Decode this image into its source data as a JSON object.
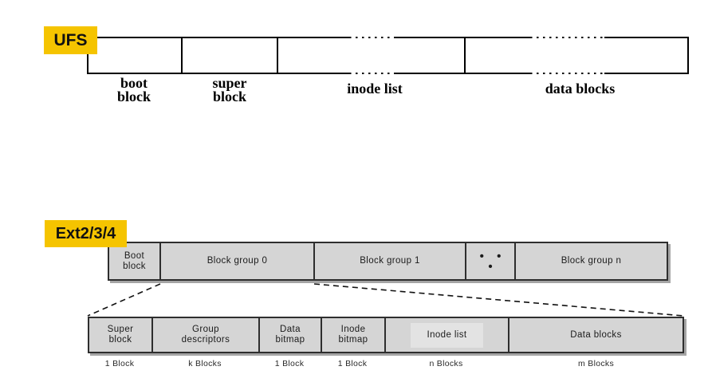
{
  "colors": {
    "accent_yellow": "#F5C400",
    "bar_fill": "#D5D5D5",
    "highlight_fill": "#E3E3E3",
    "shadow_gray": "#A5A5A5",
    "line_black": "#000000"
  },
  "ufs": {
    "tag": "UFS",
    "sections": [
      {
        "label": "boot\nblock"
      },
      {
        "label": "super\nblock"
      },
      {
        "label": "inode list"
      },
      {
        "label": "data blocks"
      }
    ]
  },
  "ext": {
    "tag": "Ext2/3/4",
    "disk_bar": {
      "cells": [
        {
          "label": "Boot\nblock"
        },
        {
          "label": "Block group 0"
        },
        {
          "label": "Block group 1"
        },
        {
          "label": "• • •"
        },
        {
          "label": "Block group n"
        }
      ]
    },
    "group_bar": {
      "cells": [
        {
          "label": "Super\nblock",
          "size": "1 Block"
        },
        {
          "label": "Group\ndescriptors",
          "size": "k Blocks"
        },
        {
          "label": "Data\nbitmap",
          "size": "1 Block"
        },
        {
          "label": "Inode\nbitmap",
          "size": "1 Block"
        },
        {
          "label": "Inode list",
          "size": "n Blocks"
        },
        {
          "label": "Data blocks",
          "size": "m Blocks"
        }
      ]
    }
  }
}
